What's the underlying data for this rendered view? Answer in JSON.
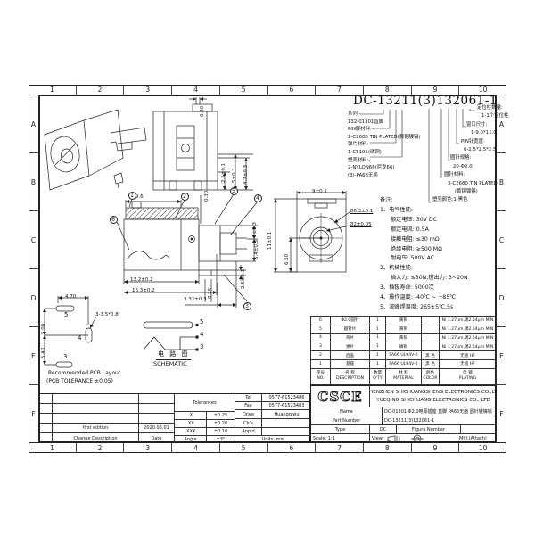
{
  "page": {
    "title": "DC-13211(3)132061-1"
  },
  "grid": {
    "cols": [
      "1",
      "2",
      "3",
      "4",
      "5",
      "6",
      "7",
      "8",
      "9",
      "10"
    ],
    "rows": [
      "A",
      "B",
      "C",
      "D",
      "E",
      "F"
    ]
  },
  "callouts_left": [
    "系列:-",
    "132-01301直脚",
    "PIN脚材料:-",
    "1-C2680 TIN PLATED(黄铜镀锡)",
    "弹片材料:-",
    "1-C5191(磷铜)",
    "塑壳材料:-",
    "2-NYLON66(尼龙66)",
    "(3)-PA66无卤"
  ],
  "callouts_right": [
    "定位柱数量:",
    "1-1个定位柱",
    "窗口尺寸:",
    "1-9.0*11.0",
    "PIN针宽度:",
    "6-2.5*2.5*2.5",
    "圆针规格:",
    "20-Φ2.0",
    "圆针材料:",
    "3-C2680 TIN PLATED",
    "(黄铜镀锡)",
    "塑壳颜色:1-黑色"
  ],
  "notes": {
    "items": [
      "备注:",
      "1、电气性能:",
      "额定电压: 30V DC",
      "额定电流: 0.5A",
      "接触电阻: ≤30 mΩ",
      "绝缘电阻: ≥500 MΩ",
      "耐电压: 500V AC",
      "2、机械性能:",
      "插入力: ≤30N;拔出力: 3~20N",
      "3、插拔寿命: 5000次",
      "4、操作温度: -40℃ ~ +85℃",
      "5、波峰焊温度: 265±5℃,5s"
    ]
  },
  "dims": {
    "top_view": {
      "d1": "0.30",
      "d2": "2.5±0.1",
      "d3": "5±0.1",
      "d4": "4.7±0.3"
    },
    "side_view": {
      "d1": "9.6",
      "d2": "0.30",
      "d3": "5±0.3",
      "d4": "5.4±0.3",
      "d5": "2.5±0.1",
      "d6": "13.2±0.2",
      "d7": "16.3±0.2",
      "d8": "0.25",
      "d9": "3.32±0.3",
      "callouts": [
        "1",
        "2",
        "3",
        "4",
        "5",
        "6"
      ]
    },
    "front_view": {
      "d1": "9±0.1",
      "d2": "11±0.1",
      "d3": "6.50",
      "d4": "Ø6.3±0.1",
      "d5": "Ø2±0.05"
    },
    "pcb": {
      "d1": "4.70",
      "d2": "5.00",
      "d3": "5.40",
      "d4": "3-3.5*0.8",
      "pad5": "5",
      "pad4": "4",
      "pad3": "3",
      "caption1": "Recommended PCB Layout",
      "caption2": "(PCB TOLERANCE ±0.05)"
    },
    "schematic": {
      "pin5": "5",
      "pin4": "4",
      "pin3": "3",
      "title_cn": "电 路 图",
      "title_en": "SCHEMATIC"
    }
  },
  "parts_table": {
    "headers": [
      {
        "cn": "序号",
        "en": "NO."
      },
      {
        "cn": "名 称",
        "en": "DESCRIPTION"
      },
      {
        "cn": "数量",
        "en": "Q'TY"
      },
      {
        "cn": "材 料",
        "en": "MATERIAL"
      },
      {
        "cn": "颜色",
        "en": "COLOR"
      },
      {
        "cn": "电 镀",
        "en": "PLATING"
      }
    ],
    "rows": [
      {
        "no": "6",
        "desc": "Φ2.0圆针",
        "qty": "1",
        "mat": "黄铜",
        "color": "",
        "plating": "Ni 1.27μm,锡2.54μm MIN"
      },
      {
        "no": "5",
        "desc": "圆针片",
        "qty": "1",
        "mat": "黄铜",
        "color": "",
        "plating": "Ni 1.27μm,锡2.54μm MIN"
      },
      {
        "no": "4",
        "desc": "弯片",
        "qty": "1",
        "mat": "黄铜",
        "color": "",
        "plating": "Ni 1.27μm,锡2.54μm MIN"
      },
      {
        "no": "3",
        "desc": "弹片",
        "qty": "1",
        "mat": "磷铜",
        "color": "",
        "plating": "Ni 1.27μm,锡2.54μm MIN"
      },
      {
        "no": "2",
        "desc": "后盖",
        "qty": "1",
        "mat": "PA66 UL94V-0",
        "color": "黑 色",
        "plating": "无卤 HF"
      },
      {
        "no": "1",
        "desc": "基座",
        "qty": "1",
        "mat": "PA66 UL94V-0",
        "color": "黑 色",
        "plating": "无卤 HF"
      }
    ]
  },
  "title_block": {
    "logo": "CSCE",
    "company1": "SHENZHEN SHICHUANGSHENG ELECTRONICS CO.,LTD",
    "company2": "YUEQING SHICHUANG ELECTRONICS CO., LTD",
    "name_label": "Name",
    "name_value": "DC-01301 Φ2.0电源插座 直脚 PA66无卤 圆针镀镍锡",
    "part_label": "Part Number",
    "part_value": "DC-13211(3)132061-1",
    "type_label": "Type",
    "type_value": "DC",
    "figure_label": "Figura Number",
    "scale_label": "Scale: 1:1",
    "view_label": "View:",
    "material_label": "Mt'l:(Attach)"
  },
  "info_block": {
    "tolerances_title": "Tolerances",
    "tol_rows": [
      {
        "l": ".X",
        "v": "±0.25"
      },
      {
        "l": ".XX",
        "v": "±0.20"
      },
      {
        "l": ".XXX",
        "v": "±0.10"
      },
      {
        "l": "Angle",
        "v": "±3°"
      }
    ],
    "tel_label": "Tel",
    "tel": "0577-61523486",
    "fax_label": "Fax",
    "fax": "0577-61523483",
    "draw_label": "Draw",
    "draw": "Huangqiwu",
    "check_label": "Ch'k",
    "approve_label": "App'd",
    "units": "Units: mm",
    "revision": {
      "desc": "first edition",
      "date": "2020.06.01",
      "desc_header": "Change Description",
      "date_header": "Date"
    }
  }
}
